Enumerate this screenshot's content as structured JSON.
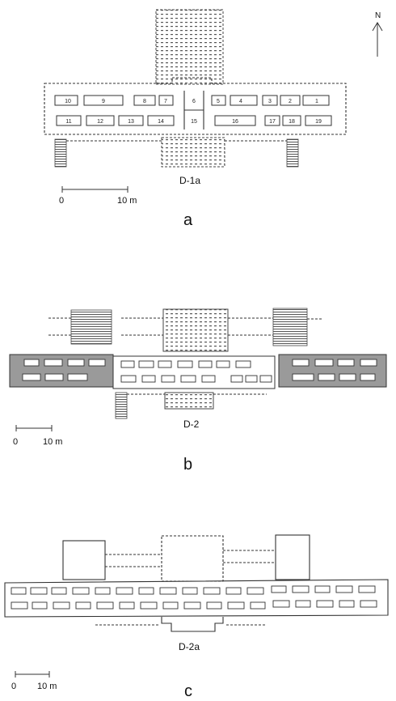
{
  "north_label": "N",
  "panels": [
    {
      "id": "a",
      "plan_label": "D-1a",
      "panel_letter": "a",
      "scale": {
        "start": "0",
        "end": "10 m"
      },
      "room_numbers_top": [
        "10",
        "9",
        "8",
        "7",
        "6",
        "5",
        "4",
        "3",
        "2",
        "1"
      ],
      "room_numbers_bottom": [
        "11",
        "12",
        "13",
        "14",
        "15",
        "16",
        "17",
        "18",
        "19"
      ]
    },
    {
      "id": "b",
      "plan_label": "D-2",
      "panel_letter": "b",
      "scale": {
        "start": "0",
        "end": "10 m"
      }
    },
    {
      "id": "c",
      "plan_label": "D-2a",
      "panel_letter": "c",
      "scale": {
        "start": "0",
        "end": "10 m"
      }
    }
  ]
}
